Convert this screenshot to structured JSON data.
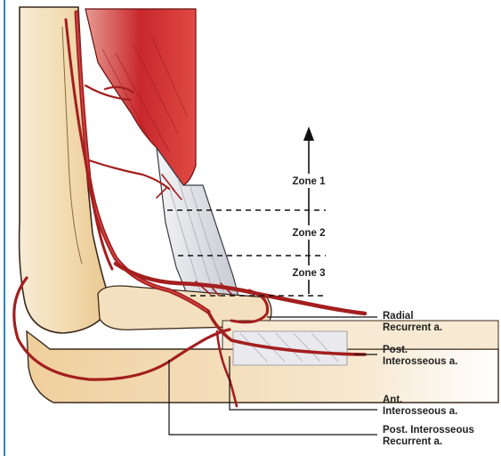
{
  "zones": {
    "zone1": "Zone 1",
    "zone2": "Zone 2",
    "zone3": "Zone 3"
  },
  "labels": {
    "radial_recurrent": [
      "Radial",
      "Recurrent a."
    ],
    "post_interosseous": [
      "Post.",
      "Interosseous a."
    ],
    "ant_interosseous": [
      "Ant.",
      "Interosseous a."
    ],
    "post_interosseous_recurrent": [
      "Post. Interosseous",
      "Recurrent a."
    ]
  },
  "colors": {
    "artery": "#a31f1f",
    "muscle": "#c8282c",
    "bone": "#f2dcb8",
    "tendon": "#dcdde3",
    "border": "#2a86c9"
  }
}
